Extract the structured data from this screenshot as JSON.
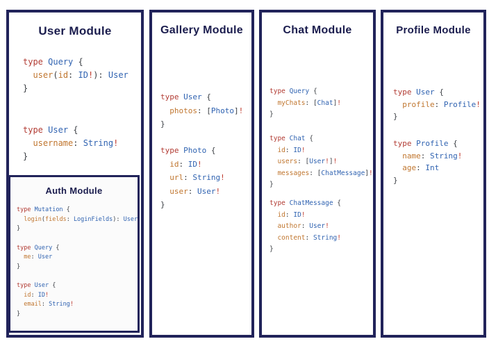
{
  "colors": {
    "panel_border": "#21235a",
    "title": "#1b1d4e",
    "keyword": "#b23c34",
    "typename": "#3063b1",
    "field": "#c0762f",
    "punct": "#3d4146",
    "bang": "#bf392c",
    "auth_bg": "#fbfbfb",
    "canvas_bg": "#ffffff"
  },
  "panels": {
    "user": {
      "title": "User Module",
      "blocks": [
        [
          [
            [
              "k",
              "type"
            ],
            [
              "p",
              " "
            ],
            [
              "t",
              "Query"
            ],
            [
              "p",
              " {"
            ]
          ],
          [
            [
              "p",
              "  "
            ],
            [
              "f",
              "user"
            ],
            [
              "p",
              "("
            ],
            [
              "f",
              "id"
            ],
            [
              "p",
              ": "
            ],
            [
              "t",
              "ID"
            ],
            [
              "b",
              "!"
            ],
            [
              "p",
              "): "
            ],
            [
              "t",
              "User"
            ]
          ],
          [
            [
              "p",
              "}"
            ]
          ]
        ],
        [
          [
            [
              "k",
              "type"
            ],
            [
              "p",
              " "
            ],
            [
              "t",
              "User"
            ],
            [
              "p",
              " {"
            ]
          ],
          [
            [
              "p",
              "  "
            ],
            [
              "f",
              "username"
            ],
            [
              "p",
              ": "
            ],
            [
              "t",
              "String"
            ],
            [
              "b",
              "!"
            ]
          ],
          [
            [
              "p",
              "}"
            ]
          ]
        ]
      ]
    },
    "auth": {
      "title": "Auth Module",
      "blocks": [
        [
          [
            [
              "k",
              "type"
            ],
            [
              "p",
              " "
            ],
            [
              "t",
              "Mutation"
            ],
            [
              "p",
              " {"
            ]
          ],
          [
            [
              "p",
              "  "
            ],
            [
              "f",
              "login"
            ],
            [
              "p",
              "("
            ],
            [
              "f",
              "fields"
            ],
            [
              "p",
              ": "
            ],
            [
              "t",
              "LoginFields"
            ],
            [
              "p",
              "): "
            ],
            [
              "t",
              "User"
            ]
          ],
          [
            [
              "p",
              "}"
            ]
          ]
        ],
        [
          [
            [
              "k",
              "type"
            ],
            [
              "p",
              " "
            ],
            [
              "t",
              "Query"
            ],
            [
              "p",
              " {"
            ]
          ],
          [
            [
              "p",
              "  "
            ],
            [
              "f",
              "me"
            ],
            [
              "p",
              ": "
            ],
            [
              "t",
              "User"
            ]
          ],
          [
            [
              "p",
              "}"
            ]
          ]
        ],
        [
          [
            [
              "k",
              "type"
            ],
            [
              "p",
              " "
            ],
            [
              "t",
              "User"
            ],
            [
              "p",
              " {"
            ]
          ],
          [
            [
              "p",
              "  "
            ],
            [
              "f",
              "id"
            ],
            [
              "p",
              ": "
            ],
            [
              "t",
              "ID"
            ],
            [
              "b",
              "!"
            ]
          ],
          [
            [
              "p",
              "  "
            ],
            [
              "f",
              "email"
            ],
            [
              "p",
              ": "
            ],
            [
              "t",
              "String"
            ],
            [
              "b",
              "!"
            ]
          ],
          [
            [
              "p",
              "}"
            ]
          ]
        ]
      ]
    },
    "gallery": {
      "title": "Gallery Module",
      "blocks": [
        [
          [
            [
              "k",
              "type"
            ],
            [
              "p",
              " "
            ],
            [
              "t",
              "User"
            ],
            [
              "p",
              " {"
            ]
          ],
          [
            [
              "p",
              "  "
            ],
            [
              "f",
              "photos"
            ],
            [
              "p",
              ": ["
            ],
            [
              "t",
              "Photo"
            ],
            [
              "p",
              "]"
            ],
            [
              "b",
              "!"
            ]
          ],
          [
            [
              "p",
              "}"
            ]
          ]
        ],
        [
          [
            [
              "k",
              "type"
            ],
            [
              "p",
              " "
            ],
            [
              "t",
              "Photo"
            ],
            [
              "p",
              " {"
            ]
          ],
          [
            [
              "p",
              "  "
            ],
            [
              "f",
              "id"
            ],
            [
              "p",
              ": "
            ],
            [
              "t",
              "ID"
            ],
            [
              "b",
              "!"
            ]
          ],
          [
            [
              "p",
              "  "
            ],
            [
              "f",
              "url"
            ],
            [
              "p",
              ": "
            ],
            [
              "t",
              "String"
            ],
            [
              "b",
              "!"
            ]
          ],
          [
            [
              "p",
              "  "
            ],
            [
              "f",
              "user"
            ],
            [
              "p",
              ": "
            ],
            [
              "t",
              "User"
            ],
            [
              "b",
              "!"
            ]
          ],
          [
            [
              "p",
              "}"
            ]
          ]
        ]
      ]
    },
    "chat": {
      "title": "Chat Module",
      "blocks": [
        [
          [
            [
              "k",
              "type"
            ],
            [
              "p",
              " "
            ],
            [
              "t",
              "Query"
            ],
            [
              "p",
              " {"
            ]
          ],
          [
            [
              "p",
              "  "
            ],
            [
              "f",
              "myChats"
            ],
            [
              "p",
              ": ["
            ],
            [
              "t",
              "Chat"
            ],
            [
              "p",
              "]"
            ],
            [
              "b",
              "!"
            ]
          ],
          [
            [
              "p",
              "}"
            ]
          ]
        ],
        [
          [
            [
              "k",
              "type"
            ],
            [
              "p",
              " "
            ],
            [
              "t",
              "Chat"
            ],
            [
              "p",
              " {"
            ]
          ],
          [
            [
              "p",
              "  "
            ],
            [
              "f",
              "id"
            ],
            [
              "p",
              ": "
            ],
            [
              "t",
              "ID"
            ],
            [
              "b",
              "!"
            ]
          ],
          [
            [
              "p",
              "  "
            ],
            [
              "f",
              "users"
            ],
            [
              "p",
              ": ["
            ],
            [
              "t",
              "User"
            ],
            [
              "b",
              "!"
            ],
            [
              "p",
              "]"
            ],
            [
              "b",
              "!"
            ]
          ],
          [
            [
              "p",
              "  "
            ],
            [
              "f",
              "messages"
            ],
            [
              "p",
              ": ["
            ],
            [
              "t",
              "ChatMessage"
            ],
            [
              "p",
              "]"
            ],
            [
              "b",
              "!"
            ]
          ],
          [
            [
              "p",
              "}"
            ]
          ]
        ],
        [
          [
            [
              "k",
              "type"
            ],
            [
              "p",
              " "
            ],
            [
              "t",
              "ChatMessage"
            ],
            [
              "p",
              " {"
            ]
          ],
          [
            [
              "p",
              "  "
            ],
            [
              "f",
              "id"
            ],
            [
              "p",
              ": "
            ],
            [
              "t",
              "ID"
            ],
            [
              "b",
              "!"
            ]
          ],
          [
            [
              "p",
              "  "
            ],
            [
              "f",
              "author"
            ],
            [
              "p",
              ": "
            ],
            [
              "t",
              "User"
            ],
            [
              "b",
              "!"
            ]
          ],
          [
            [
              "p",
              "  "
            ],
            [
              "f",
              "content"
            ],
            [
              "p",
              ": "
            ],
            [
              "t",
              "String"
            ],
            [
              "b",
              "!"
            ]
          ],
          [
            [
              "p",
              "}"
            ]
          ]
        ]
      ]
    },
    "profile": {
      "title": "Profile Module",
      "blocks": [
        [
          [
            [
              "k",
              "type"
            ],
            [
              "p",
              " "
            ],
            [
              "t",
              "User"
            ],
            [
              "p",
              " {"
            ]
          ],
          [
            [
              "p",
              "  "
            ],
            [
              "f",
              "profile"
            ],
            [
              "p",
              ": "
            ],
            [
              "t",
              "Profile"
            ],
            [
              "b",
              "!"
            ]
          ],
          [
            [
              "p",
              "}"
            ]
          ]
        ],
        [
          [
            [
              "k",
              "type"
            ],
            [
              "p",
              " "
            ],
            [
              "t",
              "Profile"
            ],
            [
              "p",
              " {"
            ]
          ],
          [
            [
              "p",
              "  "
            ],
            [
              "f",
              "name"
            ],
            [
              "p",
              ": "
            ],
            [
              "t",
              "String"
            ],
            [
              "b",
              "!"
            ]
          ],
          [
            [
              "p",
              "  "
            ],
            [
              "f",
              "age"
            ],
            [
              "p",
              ": "
            ],
            [
              "t",
              "Int"
            ]
          ],
          [
            [
              "p",
              "}"
            ]
          ]
        ]
      ]
    }
  }
}
